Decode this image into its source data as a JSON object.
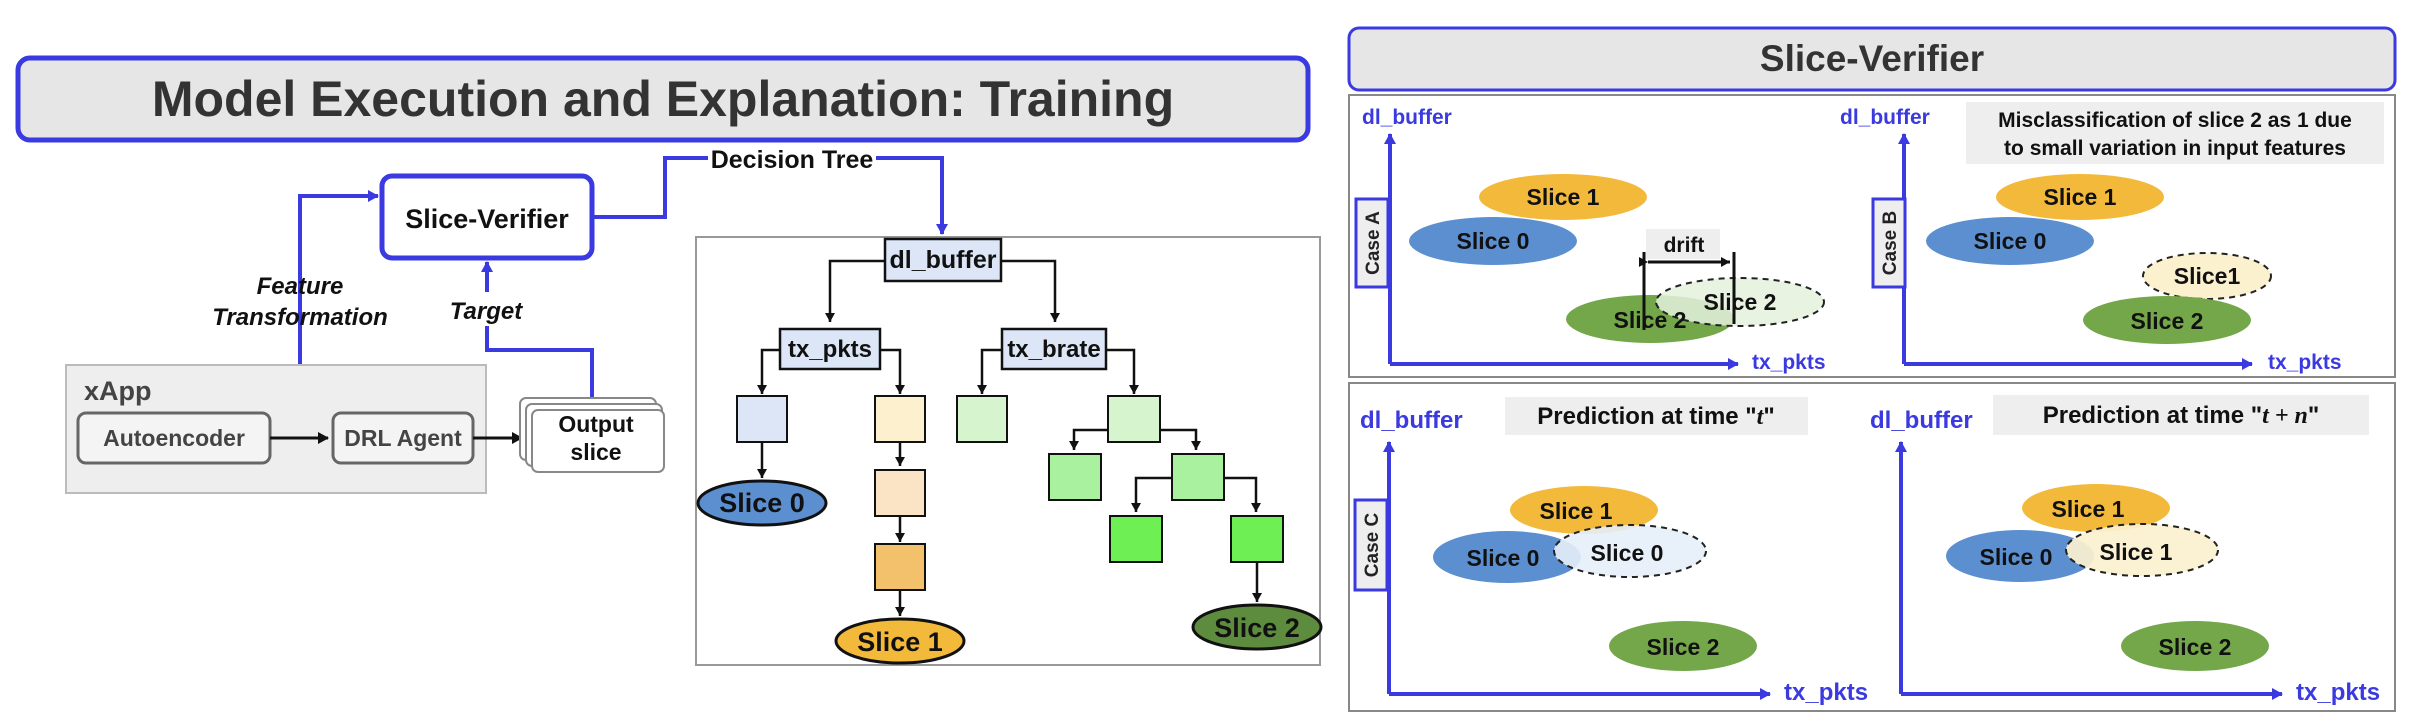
{
  "left": {
    "title": "Model Execution and Explanation: Training",
    "slice_verifier_box": "Slice-Verifier",
    "decision_tree_label": "Decision Tree",
    "feature_transformation_line1": "Feature",
    "feature_transformation_line2": "Transformation",
    "target_label": "Target",
    "xapp_label": "xApp",
    "autoencoder_label": "Autoencoder",
    "drl_agent_label": "DRL Agent",
    "output_slice_line1": "Output",
    "output_slice_line2": "slice",
    "tree": {
      "root": "dl_buffer",
      "left_node": "tx_pkts",
      "right_node": "tx_brate",
      "leaf_slice0": "Slice 0",
      "leaf_slice1": "Slice 1",
      "leaf_slice2": "Slice 2"
    }
  },
  "right": {
    "header": "Slice-Verifier",
    "y_axis": "dl_buffer",
    "x_axis": "tx_pkts",
    "case_a": {
      "label": "Case A",
      "slice1": "Slice 1",
      "slice0": "Slice 0",
      "slice2_orig": "Slice 2",
      "slice2_drift": "Slice 2",
      "drift_label": "drift"
    },
    "case_b": {
      "label": "Case B",
      "note_line1": "Misclassification of slice 2 as 1 due",
      "note_line2": "to small variation in input features",
      "slice1": "Slice 1",
      "slice0": "Slice 0",
      "slice1_dashed": "Slice1",
      "slice2": "Slice 2"
    },
    "case_c": {
      "label": "Case C",
      "pred_left_prefix": "Prediction at time \"",
      "pred_left_var": "t",
      "pred_left_suffix": "\"",
      "pred_right_prefix": "Prediction at time \"",
      "pred_right_var": "t + n",
      "pred_right_suffix": "\"",
      "left_slice1": "Slice 1",
      "left_slice0": "Slice 0",
      "left_slice0_dashed": "Slice 0",
      "left_slice2": "Slice 2",
      "right_slice1": "Slice 1",
      "right_slice0": "Slice 0",
      "right_slice1_dashed": "Slice 1",
      "right_slice2": "Slice 2"
    }
  },
  "colors": {
    "blue_accent": "#3a3ae0",
    "slice0": "#5b8fd0",
    "slice1": "#f3b93a",
    "slice2": "#74a74a",
    "slice2_dark": "#5e8c3e",
    "panel_gray": "#e8e8e8"
  }
}
